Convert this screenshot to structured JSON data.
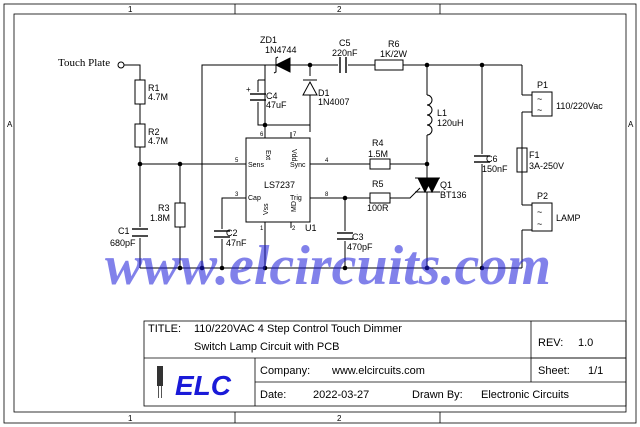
{
  "frame": {
    "zones_top": [
      "1",
      "2"
    ],
    "zones_bottom": [
      "1",
      "2"
    ],
    "zones_side": [
      "A",
      "A"
    ]
  },
  "components": {
    "touch_plate": "Touch Plate",
    "r1": {
      "ref": "R1",
      "value": "4.7M"
    },
    "r2": {
      "ref": "R2",
      "value": "4.7M"
    },
    "r3": {
      "ref": "R3",
      "value": "1.8M"
    },
    "c1": {
      "ref": "C1",
      "value": "680pF"
    },
    "zd1": {
      "ref": "ZD1",
      "value": "1N4744"
    },
    "d1": {
      "ref": "D1",
      "value": "1N4007"
    },
    "c4": {
      "ref": "C4",
      "value": "47uF"
    },
    "c5": {
      "ref": "C5",
      "value": "220nF"
    },
    "r6": {
      "ref": "R6",
      "value": "1K/2W"
    },
    "l1": {
      "ref": "L1",
      "value": "120uH"
    },
    "r4": {
      "ref": "R4",
      "value": "1.5M"
    },
    "r5": {
      "ref": "R5",
      "value": "100R"
    },
    "q1": {
      "ref": "Q1",
      "value": "BT136"
    },
    "c2": {
      "ref": "C2",
      "value": "47nF"
    },
    "c3": {
      "ref": "C3",
      "value": "470pF"
    },
    "c6": {
      "ref": "C6",
      "value": "150nF"
    },
    "f1": {
      "ref": "F1",
      "value": "3A-250V"
    },
    "p1": {
      "ref": "P1",
      "value": "110/220Vac"
    },
    "p2": {
      "ref": "P2",
      "value": "LAMP"
    },
    "u1": {
      "ref": "U1",
      "name": "LS7237",
      "pins": {
        "sens": "Sens",
        "ext": "Ext",
        "vdd": "Vdd",
        "sync": "Sync",
        "cap": "Cap",
        "trig": "Trig",
        "vss": "Vss",
        "md": "MD",
        "n1": "1",
        "n2": "2",
        "n3": "3",
        "n4": "4",
        "n5": "5",
        "n6": "6",
        "n7": "7",
        "n8": "8"
      }
    },
    "tilde": "~"
  },
  "watermark": "www.elcircuits.com",
  "title_block": {
    "title_label": "TITLE:",
    "title_line1": "110/220VAC 4 Step Control Touch Dimmer",
    "title_line2": "Switch Lamp Circuit with PCB",
    "rev_label": "REV:",
    "rev_value": "1.0",
    "logo_text": "ELC",
    "company_label": "Company:",
    "company_value": "www.elcircuits.com",
    "sheet_label": "Sheet:",
    "sheet_value": "1/1",
    "date_label": "Date:",
    "date_value": "2022-03-27",
    "drawn_label": "Drawn By:",
    "drawn_value": "Electronic Circuits"
  },
  "colors": {
    "watermark": "#1a1ad8",
    "line": "#000000",
    "logo": "#1a1ad8"
  }
}
